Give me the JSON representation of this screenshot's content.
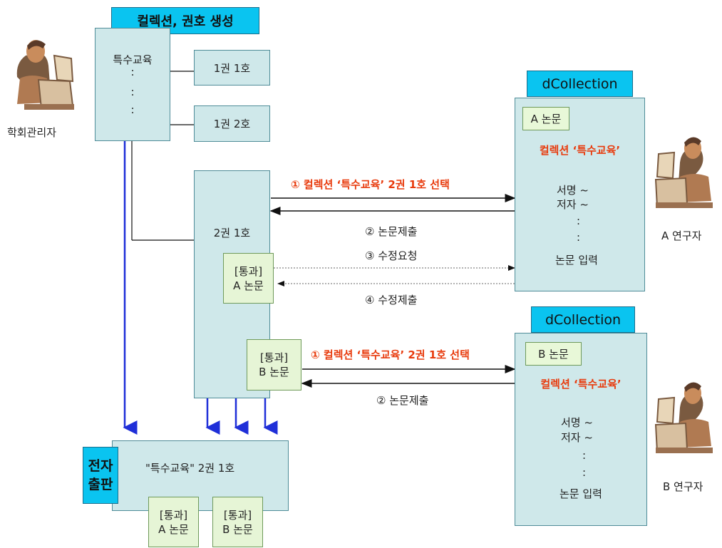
{
  "top_banner": "컬렉션, 권호 생성",
  "admin": {
    "collection": "특수교육",
    "dots": [
      ":",
      ":",
      ":"
    ],
    "label": "학회관리자"
  },
  "issues": [
    "1권 1호",
    "1권 2호"
  ],
  "issue_main": "2권 1호",
  "passed_a": {
    "line1": "[통과]",
    "line2": "A 논문"
  },
  "passed_b": {
    "line1": "[통과]",
    "line2": "B 논문"
  },
  "arrows_a": {
    "select": "① 컬렉션 ‘특수교육’ 2권 1호 선택",
    "submit": "② 논문제출",
    "revise_request": "③ 수정요청",
    "revise_submit": "④ 수정제출"
  },
  "arrows_b": {
    "select": "① 컬렉션 ‘특수교육’ 2권 1호 선택",
    "submit": "② 논문제출"
  },
  "dcollection_a": {
    "header": "dCollection",
    "paper": "A 논문",
    "collection": "컬렉션 ‘특수교육’",
    "title": "서명 ~",
    "author": "저자 ~",
    "dots": [
      ":",
      ":"
    ],
    "input": "논문 입력"
  },
  "dcollection_b": {
    "header": "dCollection",
    "paper": "B 논문",
    "collection": "컬렉션 ‘특수교육’",
    "title": "서명 ~",
    "author": "저자 ~",
    "dots": [
      ":",
      ":"
    ],
    "input": "논문 입력"
  },
  "researcher_a": "A 연구자",
  "researcher_b": "B 연구자",
  "publish": {
    "tag_line1": "전자",
    "tag_line2": "출판",
    "title": "\"특수교육\" 2권 1호",
    "paper_a": {
      "line1": "[통과]",
      "line2": "A 논문"
    },
    "paper_b": {
      "line1": "[통과]",
      "line2": "B 논문"
    }
  },
  "colors": {
    "box_fill": "#cfe8ea",
    "header_fill": "#0ac4f0",
    "pale_fill": "#e6f5d6",
    "red_text": "#e83a0c",
    "blue_arrow": "#1f2fd8"
  }
}
